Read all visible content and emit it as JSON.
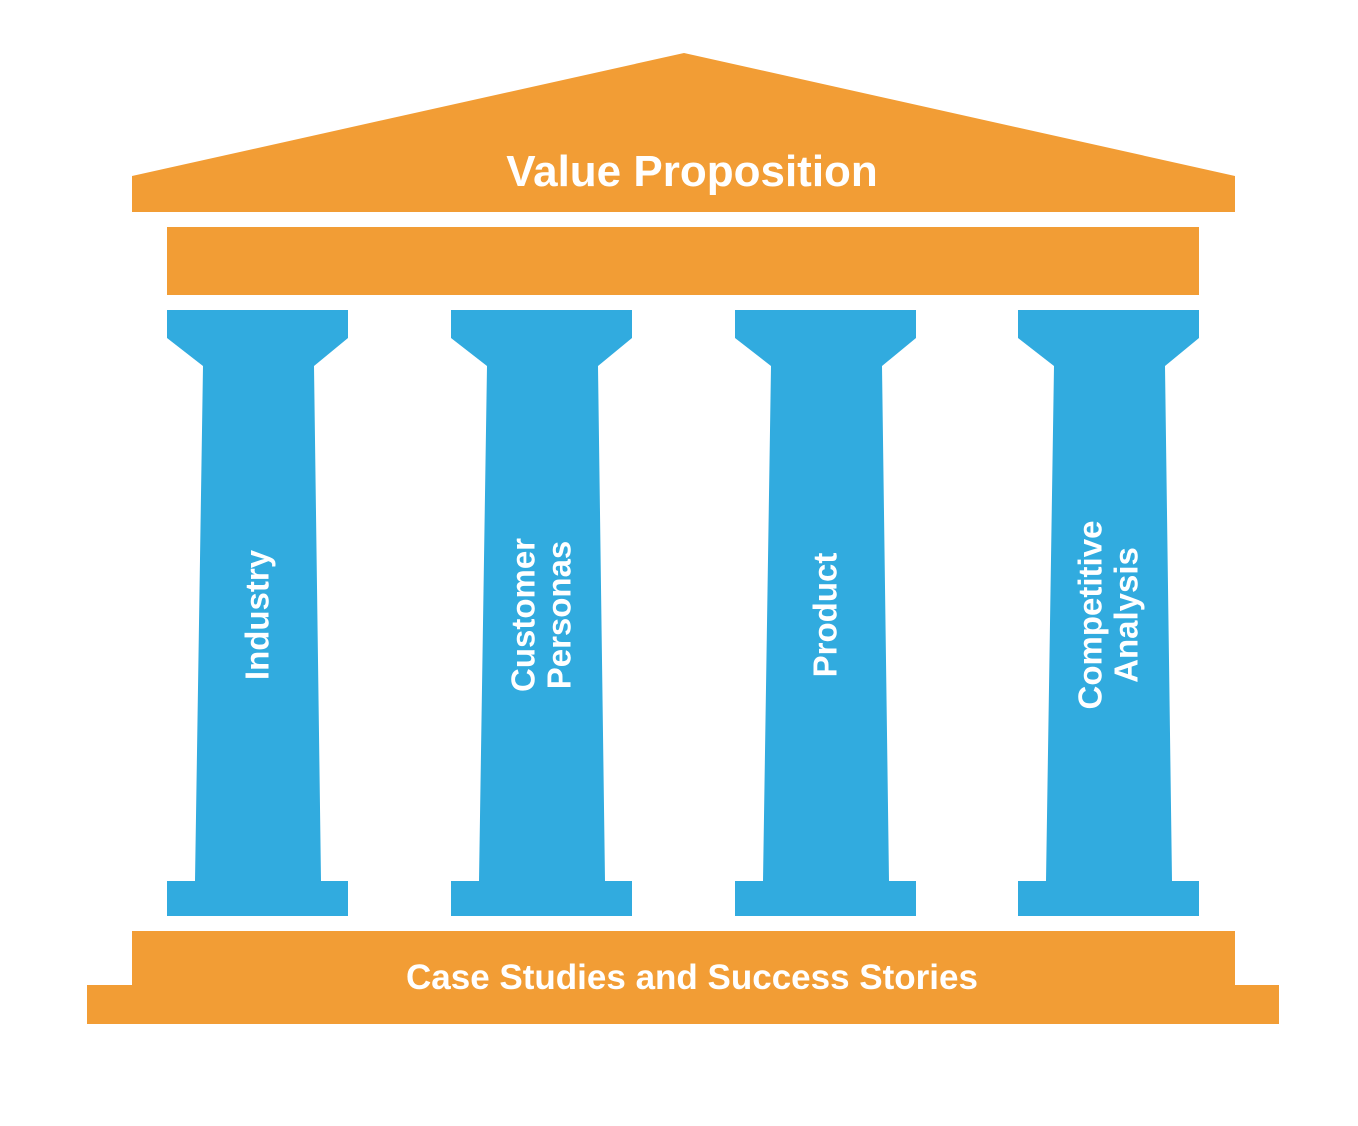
{
  "colors": {
    "orange": "#F29D35",
    "blue": "#31ABDF",
    "text": "#FFFFFF",
    "background": "#FFFFFF"
  },
  "roof": {
    "label": "Value Proposition"
  },
  "foundation": {
    "label": "Case Studies and Success Stories"
  },
  "pillars": [
    {
      "lines": [
        "Industry"
      ]
    },
    {
      "lines": [
        "Customer",
        "Personas"
      ]
    },
    {
      "lines": [
        "Product"
      ]
    },
    {
      "lines": [
        "Competitive",
        "Analysis"
      ]
    }
  ]
}
